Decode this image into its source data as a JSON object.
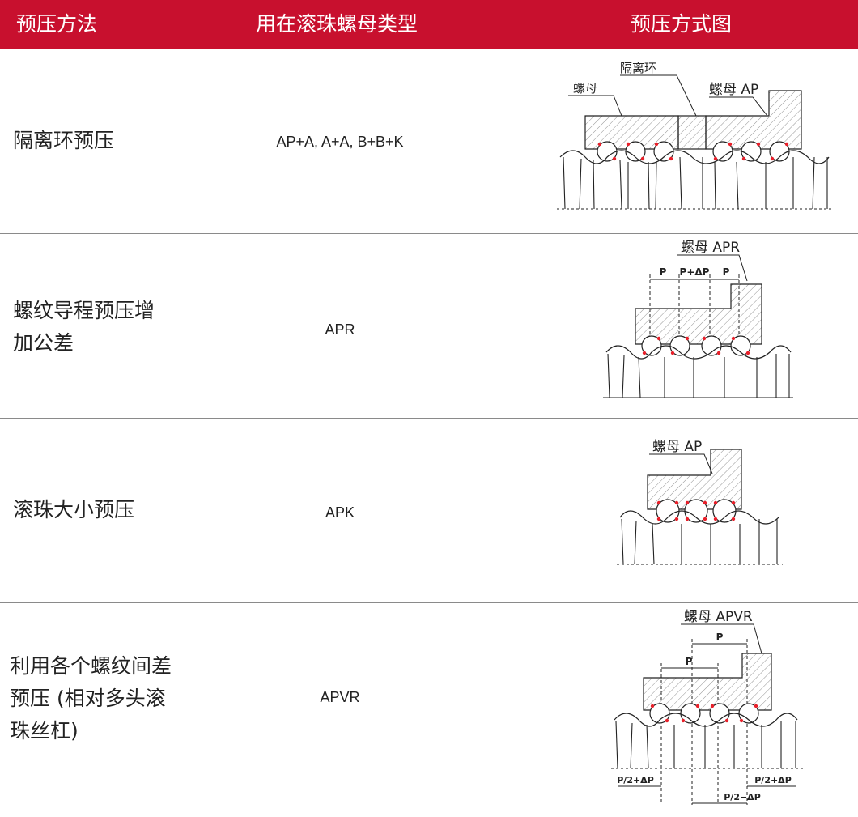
{
  "header": {
    "method": "预压方法",
    "nut_type": "用在滚珠螺母类型",
    "diagram": "预压方式图"
  },
  "rows": [
    {
      "method_lines": [
        "隔离环预压"
      ],
      "nut_type": "AP+A, A+A, B+B+K",
      "diagram_labels": {
        "nut": "螺母",
        "spacer": "隔离环",
        "nut_ap": "螺母 AP"
      }
    },
    {
      "method_lines": [
        "螺纹导程预压增",
        "加公差"
      ],
      "nut_type": "APR",
      "diagram_labels": {
        "nut_apr": "螺母 APR",
        "p1": "P",
        "p_delta": "P+ΔP",
        "p2": "P"
      }
    },
    {
      "method_lines": [
        "滚珠大小预压"
      ],
      "nut_type": "APK",
      "diagram_labels": {
        "nut_ap": "螺母 AP"
      }
    },
    {
      "method_lines": [
        "利用各个螺纹间差",
        "预压 (相对多头滚",
        "珠丝杠)"
      ],
      "nut_type": "APVR",
      "diagram_labels": {
        "nut_apvr": "螺母 APVR",
        "p_top": "P",
        "p_mid": "P",
        "p_half_left": "P/2+ΔP",
        "p_half_right": "P/2+ΔP",
        "p_half_minus": "P/2−ΔP"
      }
    }
  ],
  "colors": {
    "header_bg": "#c8102e",
    "header_text": "#ffffff",
    "contact_point": "#e8202a",
    "separator": "#8a8a8a"
  }
}
